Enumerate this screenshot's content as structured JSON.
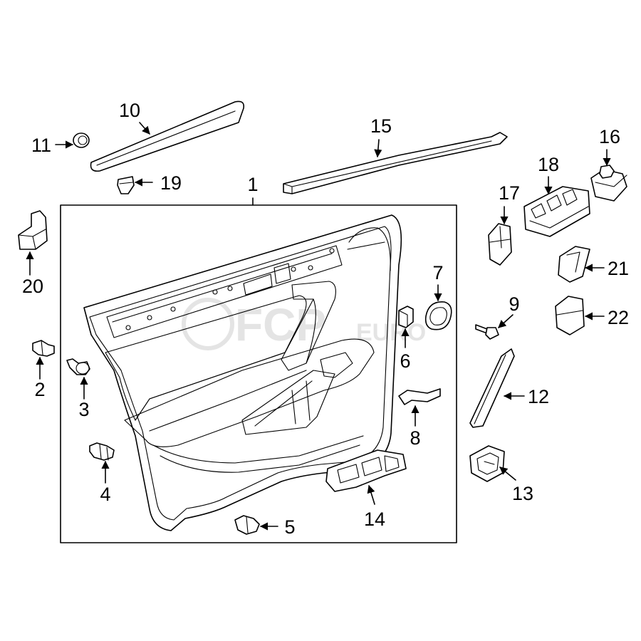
{
  "watermark": {
    "brand": "FCP",
    "suffix": "EURO"
  },
  "callouts": [
    {
      "id": "c1",
      "label": "1"
    },
    {
      "id": "c2",
      "label": "2"
    },
    {
      "id": "c3",
      "label": "3"
    },
    {
      "id": "c4",
      "label": "4"
    },
    {
      "id": "c5",
      "label": "5"
    },
    {
      "id": "c6",
      "label": "6"
    },
    {
      "id": "c7",
      "label": "7"
    },
    {
      "id": "c8",
      "label": "8"
    },
    {
      "id": "c9",
      "label": "9"
    },
    {
      "id": "c10",
      "label": "10"
    },
    {
      "id": "c11",
      "label": "11"
    },
    {
      "id": "c12",
      "label": "12"
    },
    {
      "id": "c13",
      "label": "13"
    },
    {
      "id": "c14",
      "label": "14"
    },
    {
      "id": "c15",
      "label": "15"
    },
    {
      "id": "c16",
      "label": "16"
    },
    {
      "id": "c17",
      "label": "17"
    },
    {
      "id": "c18",
      "label": "18"
    },
    {
      "id": "c19",
      "label": "19"
    },
    {
      "id": "c20",
      "label": "20"
    },
    {
      "id": "c21",
      "label": "21"
    },
    {
      "id": "c22",
      "label": "22"
    }
  ]
}
